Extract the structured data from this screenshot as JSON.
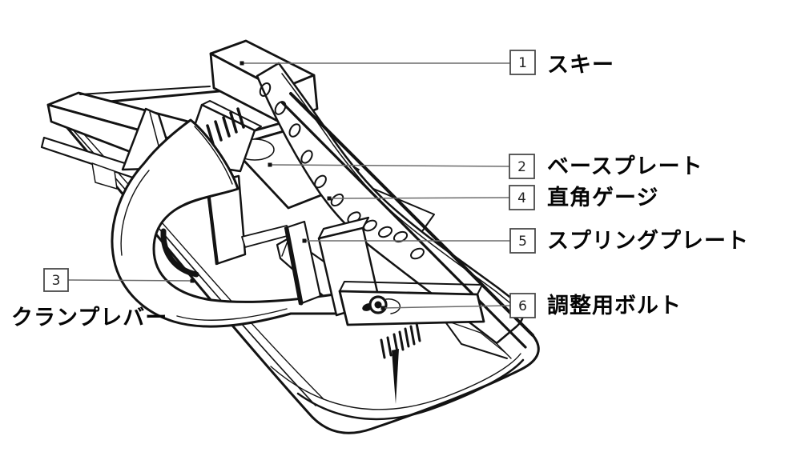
{
  "figure": {
    "description": "Isometric line drawing of a ski clamped in a mounting jig with numbered part callouts"
  },
  "colors": {
    "background": "#ffffff",
    "drawing_line": "#131313",
    "leader_line": "#6b6b6b",
    "label_text": "#050505",
    "callout_box_border": "#4a4a4a",
    "callout_box_fill": "#ffffff"
  },
  "callouts": [
    {
      "number": "1",
      "label": "スキー"
    },
    {
      "number": "2",
      "label": "ベースプレート"
    },
    {
      "number": "4",
      "label": "直角ゲージ"
    },
    {
      "number": "5",
      "label": "スプリングプレート"
    },
    {
      "number": "6",
      "label": "調整用ボルト"
    },
    {
      "number": "3",
      "label": "クランプレバー"
    }
  ]
}
